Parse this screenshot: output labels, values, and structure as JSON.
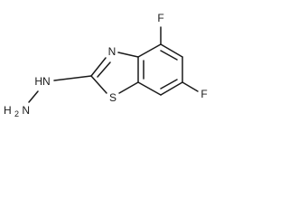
{
  "molecule": {
    "atoms": {
      "fluorine_top": "F",
      "fluorine_right": "F",
      "nitrogen_ring": "N",
      "sulfur": "S",
      "hydrazine_nh": "HN",
      "hydrazine_nh2_h": "H",
      "hydrazine_nh2_sub": "2",
      "hydrazine_nh2_n": "N"
    }
  }
}
